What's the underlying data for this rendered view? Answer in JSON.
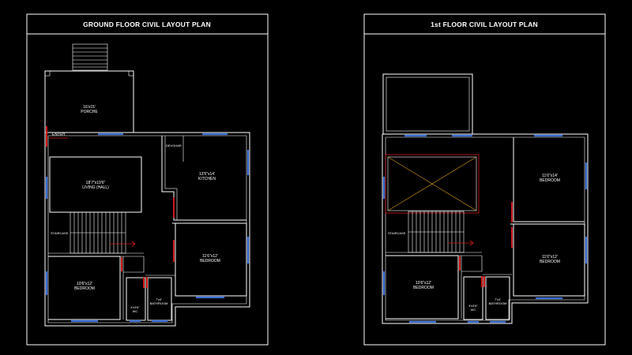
{
  "sheets": [
    {
      "title": "GROUND FLOOR CIVIL LAYOUT PLAN",
      "labels": {
        "entry": "ENTRY",
        "porch_size": "16'x15'",
        "porch_name": "PORCHE",
        "hall_size": "18'7\"x19'6\"",
        "hall_name": "LIVING (HALL)",
        "devghar": "DEVGHAR",
        "kitchen_size": "13'5\"x14'",
        "kitchen_name": "KITCHEN",
        "staircase": "STAIRCASE",
        "bed_r_size": "11'6\"x12'",
        "bed_r_name": "BEDROOM",
        "bed_l_size": "10'6\"x12'",
        "bed_l_name": "BEDROOM",
        "wc_size": "4'x3'6\"",
        "wc_name": "WC",
        "bath_size": "7'x4'",
        "bath_name": "BATHROOM"
      }
    },
    {
      "title": "1st FLOOR CIVIL LAYOUT PLAN",
      "labels": {
        "bed_tr_size": "11'6\"x14'",
        "bed_tr_name": "BEDROOM",
        "staircase": "STAIRCASE",
        "bed_r_size": "11'6\"x12'",
        "bed_r_name": "BEDROOM",
        "bed_l_size": "10'6\"x12'",
        "bed_l_name": "BEDROOM",
        "wc_size": "4'x3'6\"",
        "wc_name": "WC",
        "bath_size": "7'x4'",
        "bath_name": "BATHROOM"
      }
    }
  ],
  "colors": {
    "background": "#000000",
    "lines": "#ffffff",
    "windows": "#3a6fd8",
    "doors": "#d01818",
    "cutout": "#e0a020"
  }
}
